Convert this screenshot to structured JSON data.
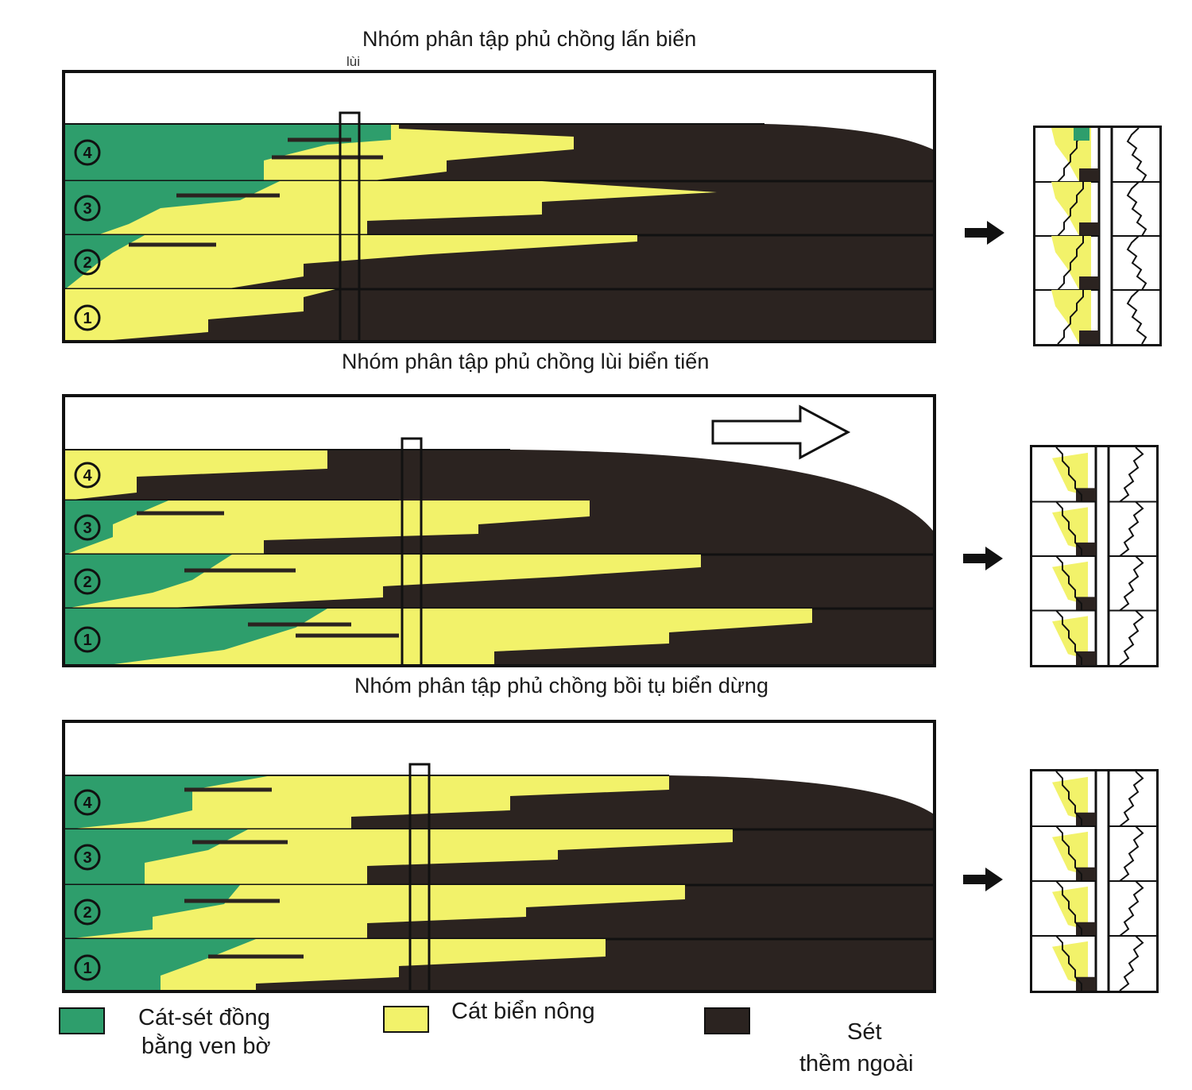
{
  "colors": {
    "green": "#2e9e6c",
    "yellow": "#f2f26a",
    "dark": "#2b2320",
    "white": "#ffffff"
  },
  "panels": [
    {
      "title": "Nhóm phân tập phủ chồng lấn biển",
      "subnote": "lùi",
      "unit_labels": [
        "4",
        "3",
        "2",
        "1"
      ],
      "pattern": "regressive"
    },
    {
      "title": "Nhóm phân tập phủ chồng lùi biển tiến",
      "unit_labels": [
        "4",
        "3",
        "2",
        "1"
      ],
      "pattern": "transgressive",
      "arrow_icon": "hollow-right-arrow-icon"
    },
    {
      "title": "Nhóm phân tập phủ chồng bồi tụ biển dừng",
      "unit_labels": [
        "4",
        "3",
        "2",
        "1"
      ],
      "pattern": "aggradational"
    }
  ],
  "legend": {
    "green_label_line1": "Cát-sét đồng",
    "green_label_line2": "bằng ven bờ",
    "yellow_label": "Cát biển nông",
    "dark_label_line1": "Sét",
    "dark_label_line2": "thềm ngoài"
  }
}
